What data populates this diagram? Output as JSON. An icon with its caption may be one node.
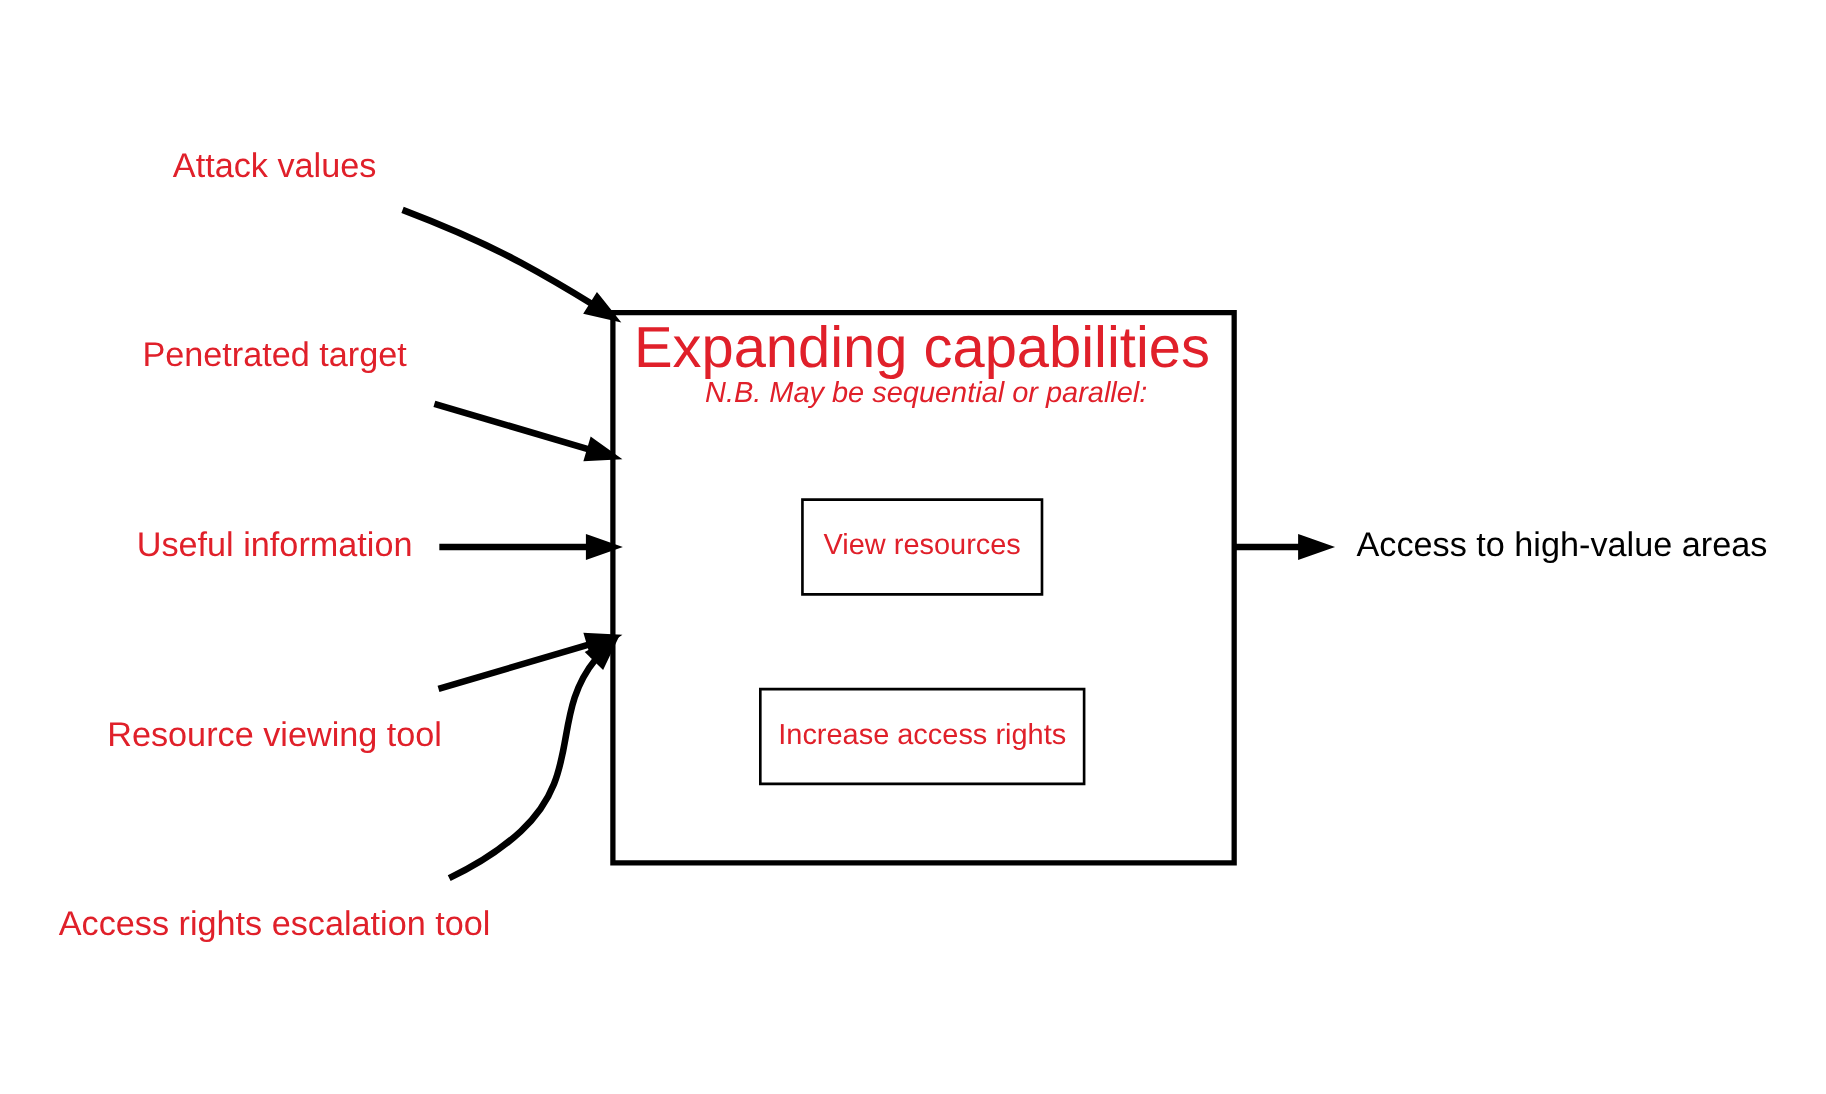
{
  "diagram": {
    "nodes": [
      {
        "text": [
          "Expanding capabilities",
          "N.B. May be sequential or parallel:"
        ]
      },
      {
        "text": [
          "View resources"
        ],
        "in": 0
      },
      {
        "text": [
          "Increase access rights"
        ],
        "in": 0
      },
      {
        "text": [
          "Attack values"
        ]
      },
      {
        "text": [
          "Penetrated target"
        ]
      },
      {
        "text": [
          "Useful information"
        ]
      },
      {
        "text": [
          "Access to high-value areas"
        ]
      },
      {
        "text": [
          "Resource viewing tool"
        ]
      },
      {
        "text": [
          "Access rights escalation tool"
        ]
      }
    ],
    "edges": [
      {
        "from": 3,
        "to": 0,
        "arrow": "to"
      },
      {
        "from": 4,
        "to": 0,
        "arrow": "to"
      },
      {
        "from": 5,
        "to": 0,
        "arrow": "to"
      },
      {
        "from": 0,
        "to": 6,
        "arrow": "to"
      },
      {
        "from": 7,
        "to": 0,
        "arrow": "to"
      },
      {
        "from": 8,
        "to": 0,
        "arrow": "to"
      }
    ]
  }
}
